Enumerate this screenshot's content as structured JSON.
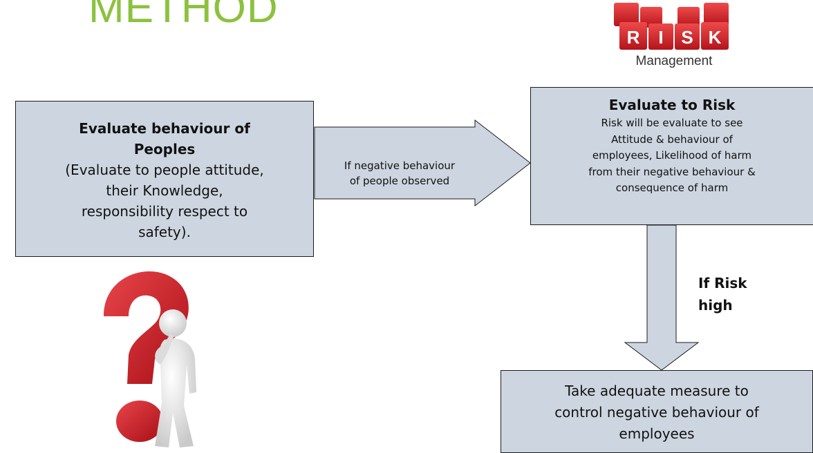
{
  "slide": {
    "title": "METHOD"
  },
  "risk_logo": {
    "letters": [
      "R",
      "I",
      "S",
      "K"
    ],
    "caption": "Management",
    "color": "#d8262e"
  },
  "step_evaluate_behaviour": {
    "heading_lines": [
      "Evaluate behaviour of",
      "Peoples"
    ],
    "body_lines": [
      "(Evaluate to people attitude,",
      "their Knowledge,",
      "responsibility respect to",
      "safety)."
    ]
  },
  "arrow_right": {
    "label_lines": [
      "If negative behaviour",
      "of people observed"
    ]
  },
  "step_evaluate_risk": {
    "heading": "Evaluate to Risk",
    "body_lines": [
      "Risk will be evaluate to see",
      "Attitude & behaviour of",
      "employees, Likelihood of harm",
      "from their negative behaviour &",
      "consequence of harm"
    ]
  },
  "arrow_down": {
    "label_lines": [
      "If Risk",
      "high"
    ]
  },
  "step_take_measure": {
    "body_lines": [
      "Take adequate measure to",
      "control negative behaviour of",
      "employees"
    ]
  },
  "colors": {
    "title": "#8cc13e",
    "box_fill": "#cdd6e0",
    "arrow_fill": "#cdd6e0",
    "question_mark": "#c8181e"
  },
  "icons": {
    "logo": "risk-management-logo",
    "illustration": "question-mark-person"
  }
}
